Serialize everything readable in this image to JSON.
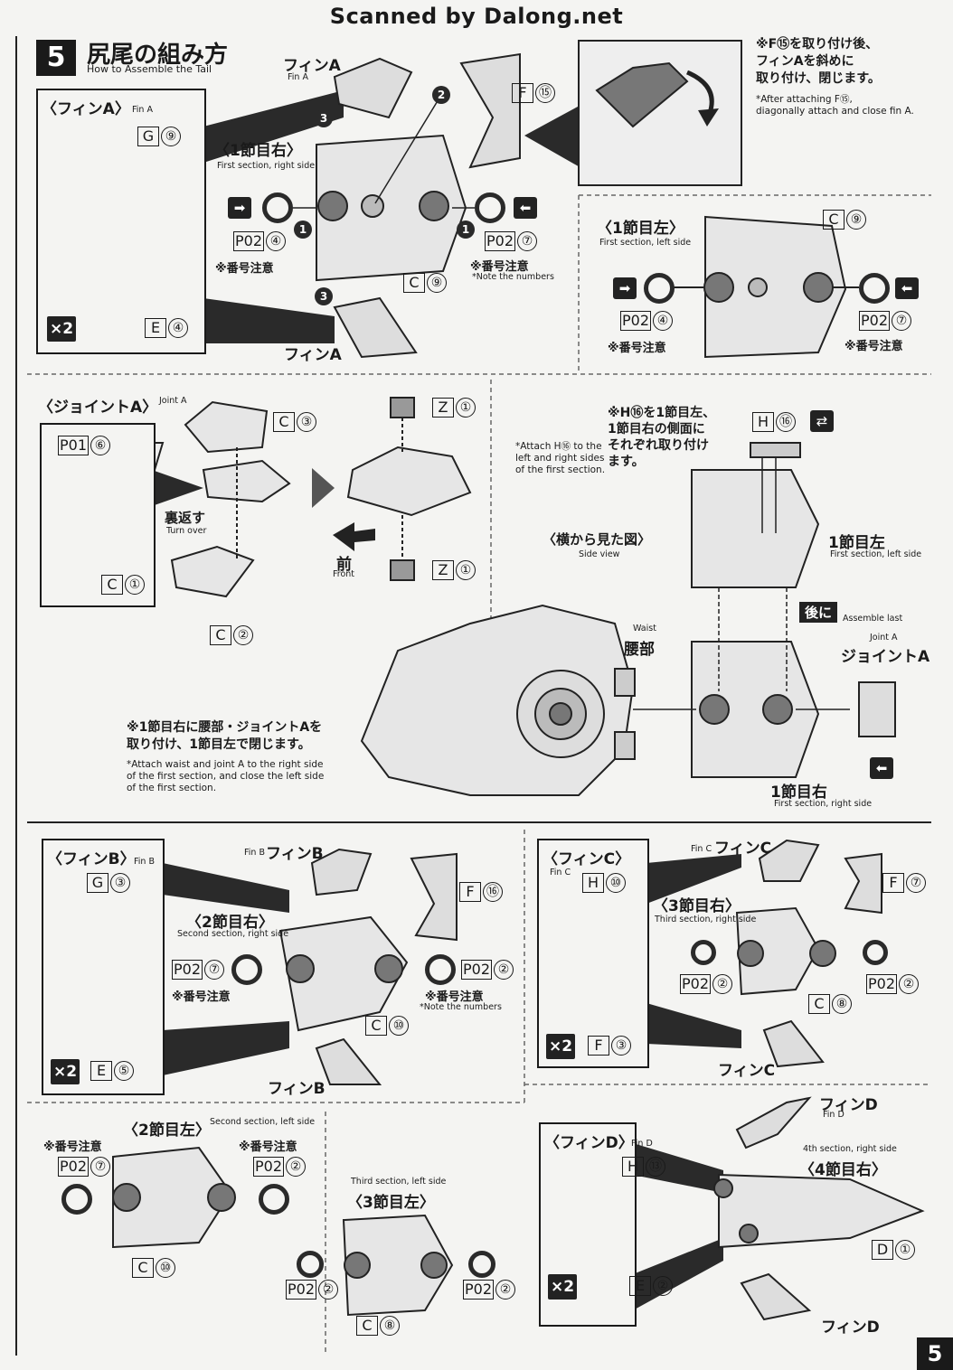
{
  "scan_credit": "Scanned by Dalong.net",
  "step": {
    "number": "5",
    "title_jp": "尻尾の組み方",
    "title_en": "How to Assemble the Tail"
  },
  "page_number": "5",
  "fin_a": {
    "title_jp": "〈フィンA〉",
    "title_en": "Fin A",
    "parts_top": [
      "G",
      "⑨"
    ],
    "parts_bottom": [
      "E",
      "④"
    ],
    "multiplier": "×2"
  },
  "section1_right": {
    "title_jp": "〈1節目右〉",
    "title_en": "First section, right side",
    "fin_label_top": "フィンA",
    "fin_label_top_en": "Fin A",
    "fin_label_bottom": "フィンA",
    "left_part": [
      "P02",
      "④"
    ],
    "right_part": [
      "P02",
      "⑦"
    ],
    "base_part": [
      "C",
      "⑨"
    ],
    "f_part": [
      "F",
      "⑮"
    ],
    "note_left": "※番号注意",
    "note_right": "※番号注意",
    "note_right_en": "*Note the numbers",
    "step_nums": [
      "1",
      "2",
      "3",
      "3",
      "1"
    ]
  },
  "callout_f15": {
    "jp": "※F⑮を取り付け後、\nフィンAを斜めに\n取り付け、閉じます。",
    "en": "*After attaching F⑮,\ndiagonally attach and close fin A."
  },
  "section1_left": {
    "title_jp": "〈1節目左〉",
    "title_en": "First section, left side",
    "part_base": [
      "C",
      "⑨"
    ],
    "left_part": [
      "P02",
      "④"
    ],
    "right_part": [
      "P02",
      "⑦"
    ],
    "note_left": "※番号注意",
    "note_right": "※番号注意"
  },
  "joint_a": {
    "title_jp": "〈ジョイントA〉",
    "title_en": "Joint A",
    "parts": {
      "p01": [
        "P01",
        "⑥"
      ],
      "c1": [
        "C",
        "①"
      ],
      "c2": [
        "C",
        "②"
      ],
      "c3": [
        "C",
        "③"
      ],
      "z1_top": [
        "Z",
        "①"
      ],
      "z1_bottom": [
        "Z",
        "①"
      ]
    },
    "turn_over_jp": "裏返す",
    "turn_over_en": "Turn over",
    "front_jp": "前",
    "front_en": "Front"
  },
  "h16_note": {
    "jp": "※H⑯を1節目左、\n1節目右の側面に\nそれぞれ取り付け\nます。",
    "en": "*Attach H⑯ to the\nleft and right sides\nof the first section.",
    "part": [
      "H",
      "⑯"
    ]
  },
  "side_view": {
    "jp": "〈横から見た図〉",
    "en": "Side view"
  },
  "assembly_labels": {
    "sec1_left_jp": "1節目左",
    "sec1_left_en": "First section, left side",
    "sec1_right_jp": "1節目右",
    "sec1_right_en": "First section, right side",
    "last_jp": "後に",
    "last_en": "Assemble last",
    "waist_jp": "腰部",
    "waist_en": "Waist",
    "joint_jp": "ジョイントA",
    "joint_en": "Joint A"
  },
  "waist_note": {
    "jp": "※1節目右に腰部・ジョイントAを\n取り付け、1節目左で閉じます。",
    "en": "*Attach waist and joint A to the right side\nof the first section, and close the left side\nof the first section."
  },
  "fin_b": {
    "title_jp": "〈フィンB〉",
    "title_en": "Fin B",
    "parts_top": [
      "G",
      "③"
    ],
    "parts_bottom": [
      "E",
      "⑤"
    ],
    "multiplier": "×2"
  },
  "section2_right": {
    "title_jp": "〈2節目右〉",
    "title_en": "Second section, right side",
    "fin_top": "フィンB",
    "fin_top_en": "Fin B",
    "fin_bottom": "フィンB",
    "left_part": [
      "P02",
      "⑦"
    ],
    "right_part": [
      "P02",
      "②"
    ],
    "base_part": [
      "C",
      "⑩"
    ],
    "f_part": [
      "F",
      "⑯"
    ],
    "note_left": "※番号注意",
    "note_right": "※番号注意",
    "note_right_en": "*Note the numbers"
  },
  "fin_c": {
    "title_jp": "〈フィンC〉",
    "title_en": "Fin C",
    "parts_top": [
      "H",
      "⑩"
    ],
    "parts_bottom": [
      "F",
      "③"
    ],
    "multiplier": "×2"
  },
  "section3_right": {
    "title_jp": "〈3節目右〉",
    "title_en": "Third section, right side",
    "fin_top": "フィンC",
    "fin_top_en": "Fin C",
    "fin_bottom": "フィンC",
    "left_part": [
      "P02",
      "②"
    ],
    "right_part": [
      "P02",
      "②"
    ],
    "base_part": [
      "C",
      "⑧"
    ],
    "f_part": [
      "F",
      "⑦"
    ]
  },
  "section2_left": {
    "title_jp": "〈2節目左〉",
    "title_en": "Second section, left side",
    "left_part": [
      "P02",
      "⑦"
    ],
    "right_part": [
      "P02",
      "②"
    ],
    "base_part": [
      "C",
      "⑩"
    ],
    "note_left": "※番号注意",
    "note_right": "※番号注意"
  },
  "section3_left": {
    "title_jp": "〈3節目左〉",
    "title_en": "Third section, left side",
    "left_part": [
      "P02",
      "②"
    ],
    "right_part": [
      "P02",
      "②"
    ],
    "base_part": [
      "C",
      "⑧"
    ]
  },
  "fin_d": {
    "title_jp": "〈フィンD〉",
    "title_en": "Fin D",
    "parts_top": [
      "H",
      "⑬"
    ],
    "parts_bottom": [
      "E",
      "②"
    ],
    "multiplier": "×2"
  },
  "section4_right": {
    "title_jp": "〈4節目右〉",
    "title_en": "4th section, right side",
    "fin_top": "フィンD",
    "fin_top_en": "Fin D",
    "fin_bottom": "フィンD",
    "base_part": [
      "D",
      "①"
    ]
  }
}
